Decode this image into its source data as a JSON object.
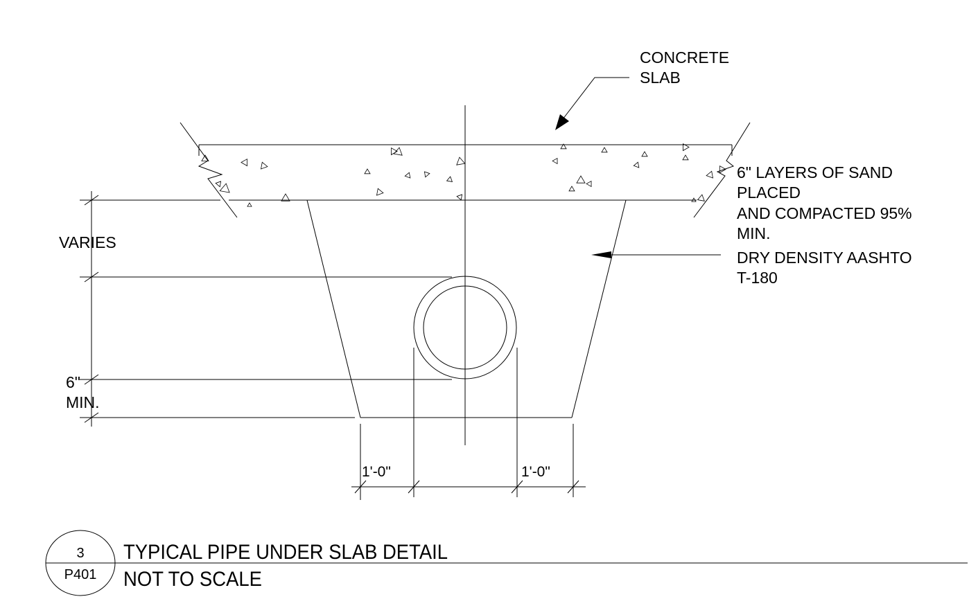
{
  "labels": {
    "concrete_slab": [
      "CONCRETE",
      "SLAB"
    ],
    "sand_note": [
      "6\" LAYERS OF SAND",
      "PLACED",
      "AND COMPACTED 95%",
      "MIN.",
      "DRY DENSITY AASHTO",
      "T-180"
    ]
  },
  "dimensions": {
    "varies": "VARIES",
    "six_inch": "6\"",
    "min": "MIN.",
    "left_clearance": "1'-0\"",
    "right_clearance": "1'-0\""
  },
  "detail": {
    "number": "3",
    "sheet": "P401",
    "title": "TYPICAL PIPE UNDER SLAB DETAIL",
    "subtitle": "NOT TO SCALE"
  }
}
